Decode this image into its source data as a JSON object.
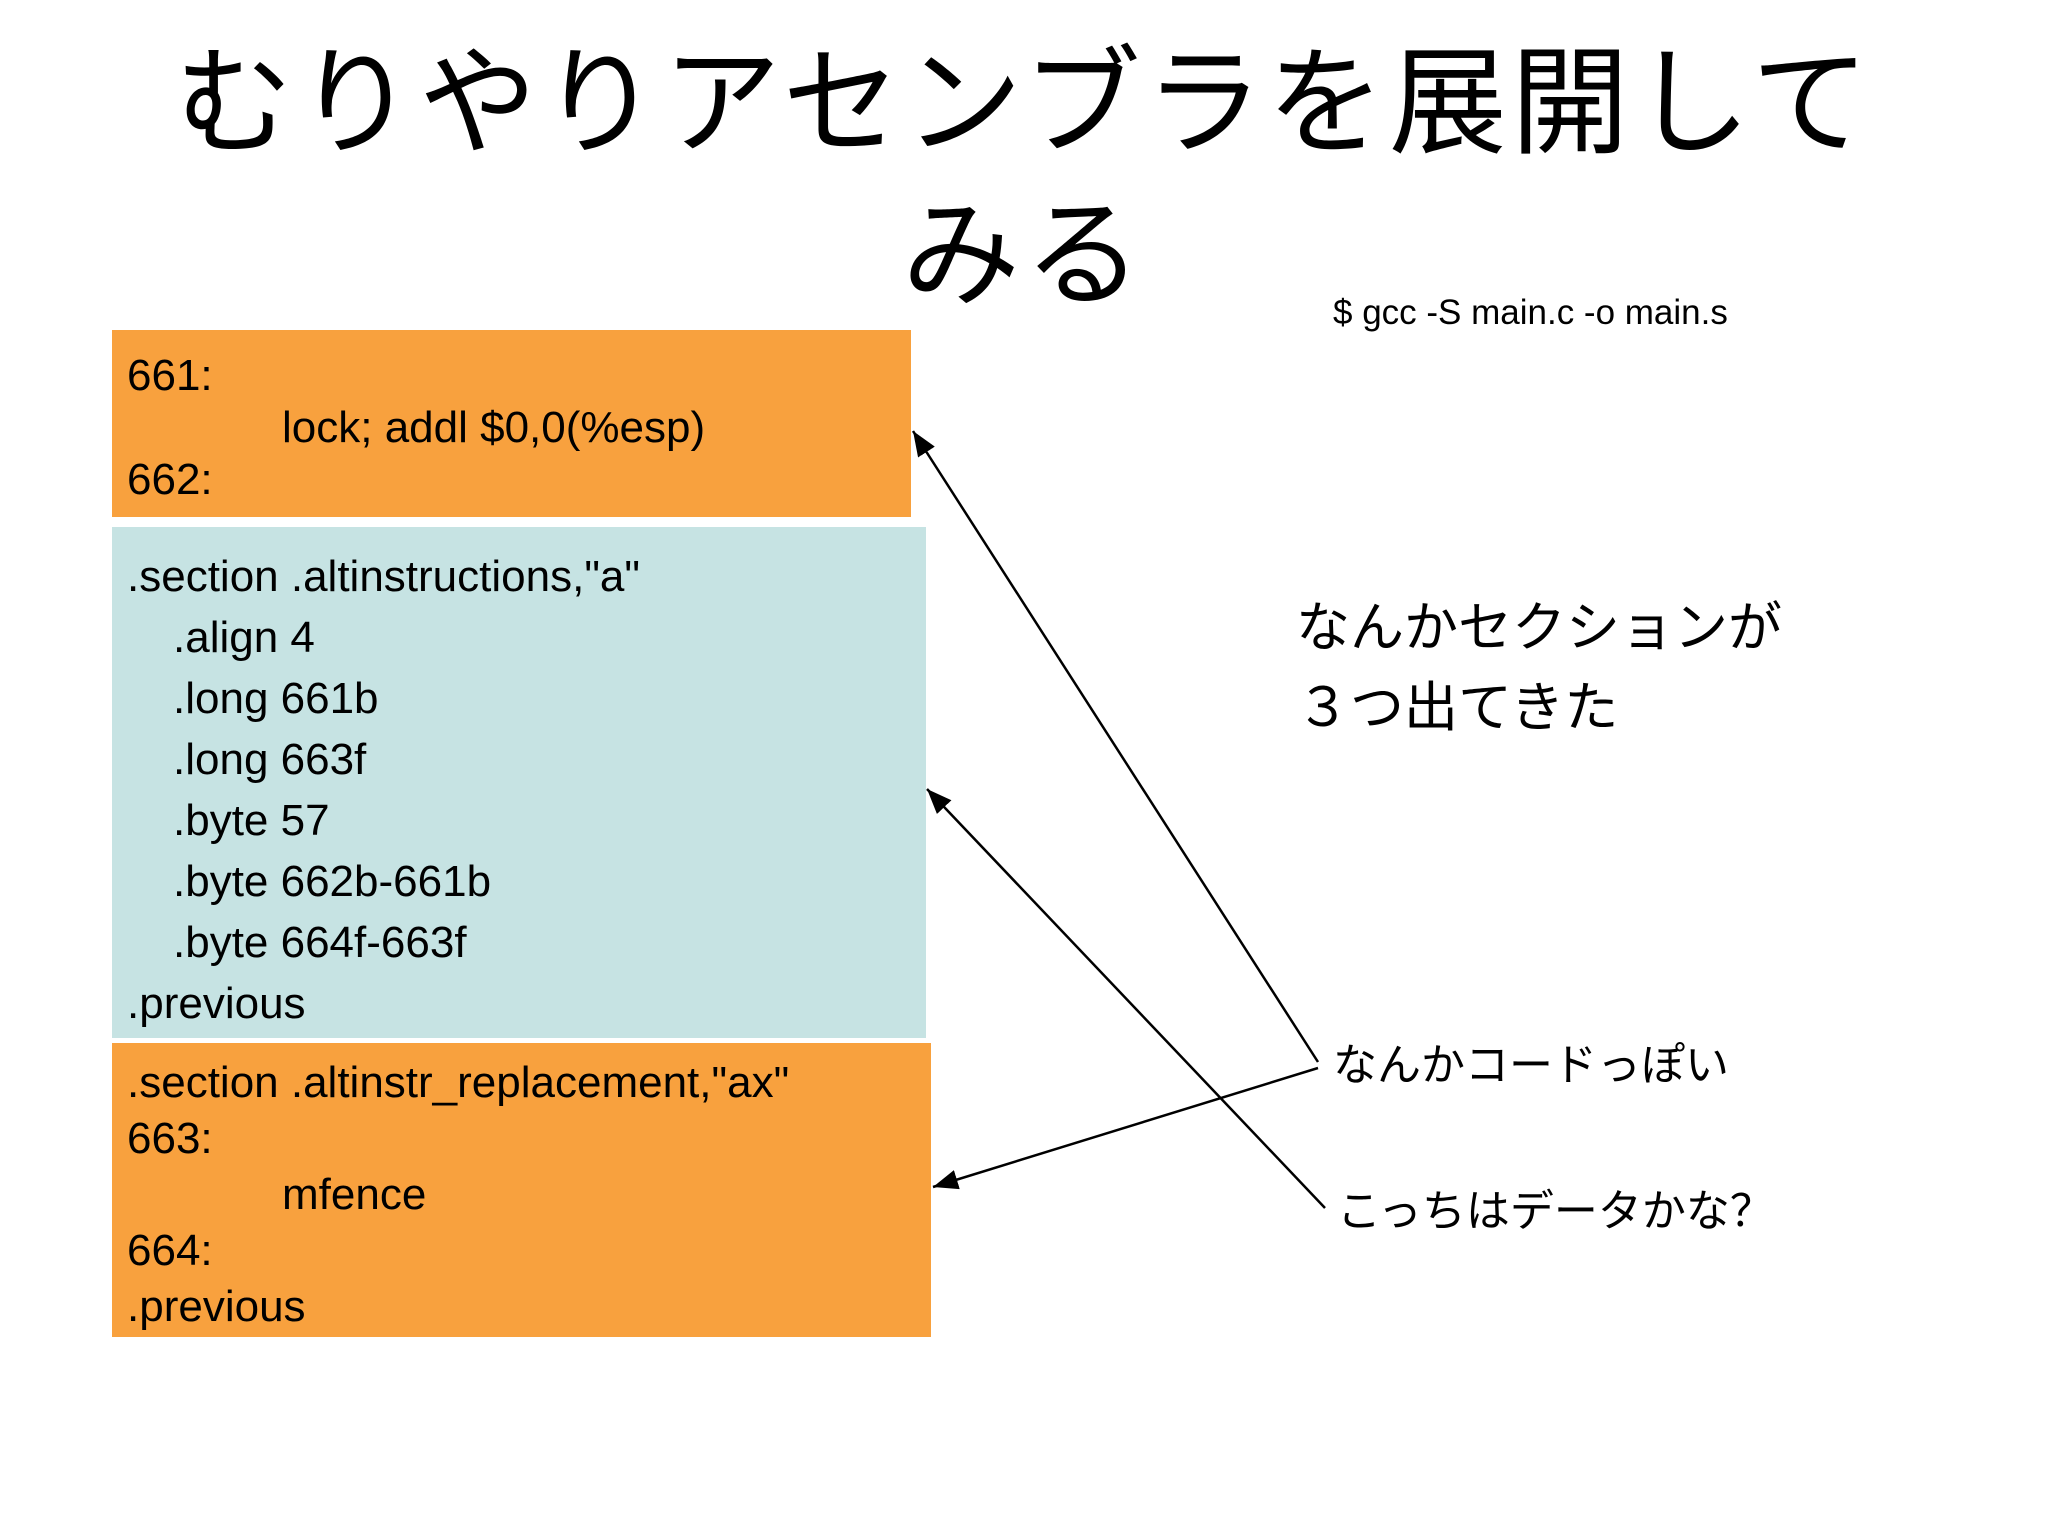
{
  "title": {
    "line1": "むりやりアセンブラを展開して",
    "line2": "みる"
  },
  "terminal_command": "$ gcc -S main.c -o main.s",
  "boxes": {
    "inline_asm": {
      "kind": "code",
      "lines": [
        "661:",
        "lock; addl $0,0(%esp)",
        "662:"
      ]
    },
    "altinstructions_section": {
      "kind": "data",
      "lines": [
        ".section .altinstructions,\"a\"",
        ".align 4",
        ".long 661b",
        ".long 663f",
        ".byte 57",
        ".byte 662b-661b",
        ".byte 664f-663f",
        ".previous"
      ]
    },
    "altinstr_replacement_section": {
      "kind": "code",
      "lines": [
        ".section .altinstr_replacement,\"ax\"",
        "663:",
        "mfence",
        "664:",
        ".previous"
      ]
    }
  },
  "annotations": {
    "sections_note": {
      "line1": "なんかセクションが",
      "line2": "３つ出てきた"
    },
    "code_note": "なんかコードっぽい",
    "data_note": "こっちはデータかな？"
  },
  "colors": {
    "code-box-bg": "#F8A13E",
    "data-box-bg": "#C6E3E3",
    "arrow": "#000000",
    "text": "#000000"
  }
}
